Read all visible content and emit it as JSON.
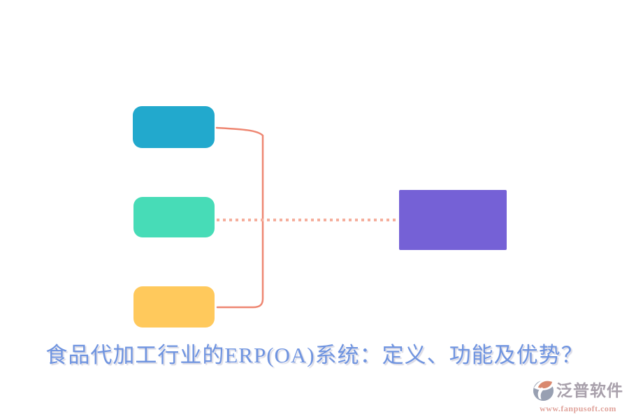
{
  "diagram": {
    "nodes": [
      {
        "id": "branch-top",
        "color": "#22a9cd"
      },
      {
        "id": "branch-middle",
        "color": "#47dcb7"
      },
      {
        "id": "branch-bottom",
        "color": "#ffc95c"
      },
      {
        "id": "root",
        "color": "#7561d6"
      }
    ],
    "connector_color": "#ee8671",
    "dotted_connector_color": "#f5ae9c"
  },
  "title": {
    "text": "食品代加工行业的ERP(OA)系统：定义、功能及优势？",
    "color": "#6f94e0"
  },
  "watermark": {
    "brand": "泛普软件",
    "url": "www.fanpusoft.com",
    "brand_color": "#a8a0ab",
    "url_color": "#e0a39b",
    "icon_gray": "#98a0b2",
    "icon_salmon": "#d9886e"
  }
}
